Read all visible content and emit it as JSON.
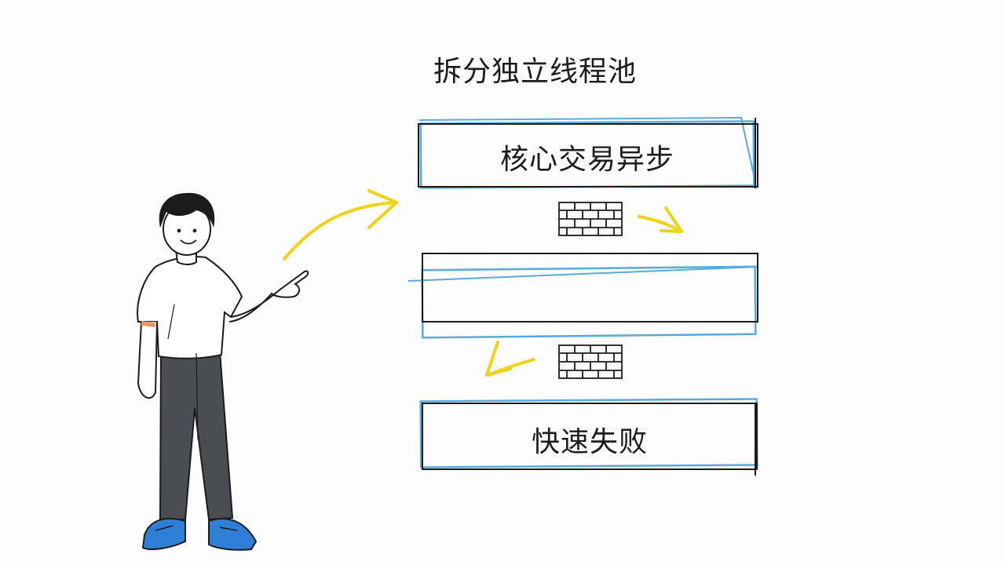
{
  "diagram": {
    "title": "拆分独立线程池",
    "boxes": [
      {
        "label": "核心交易异步"
      },
      {
        "label": ""
      },
      {
        "label": "快速失败"
      }
    ]
  },
  "colors": {
    "ink": "#1c1c1c",
    "box_outline_blue": "#5aa9dc",
    "arrow_yellow": "#f0d21a",
    "shirt": "#ffffff",
    "pants": "#4a4d52",
    "shoes": "#2f7fd6"
  },
  "icons": [
    "brick-wall-icon",
    "curved-arrow-icon",
    "person-pointing-illustration"
  ]
}
